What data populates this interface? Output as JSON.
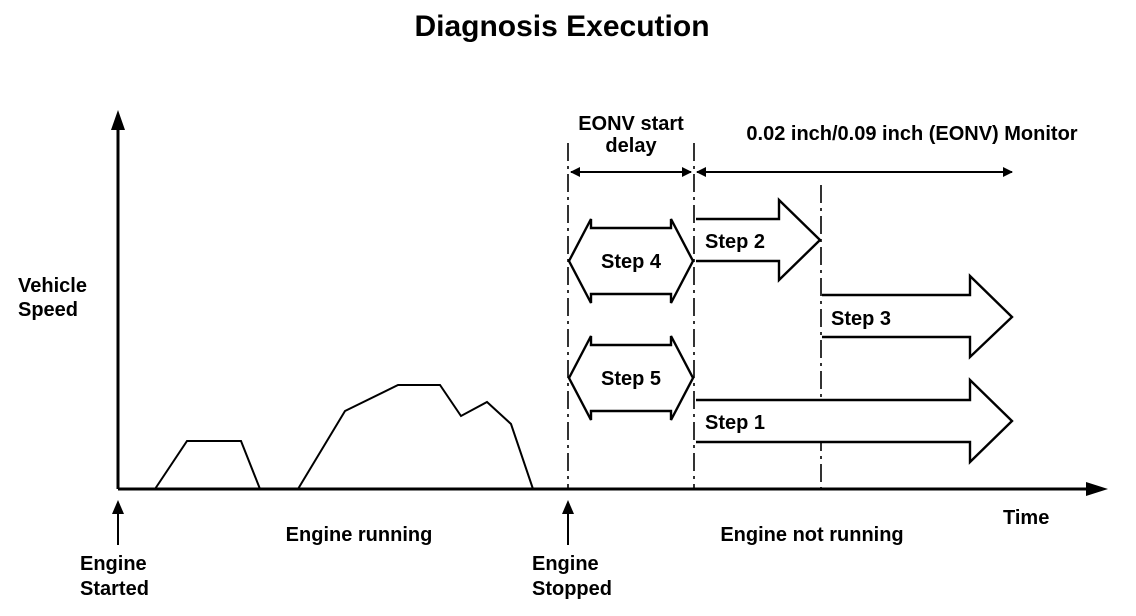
{
  "title": "Diagnosis Execution",
  "y_axis_label": [
    "Vehicle",
    "Speed"
  ],
  "x_axis_label": "Time",
  "events": {
    "engine_started": [
      "Engine",
      "Started"
    ],
    "engine_stopped": [
      "Engine",
      "Stopped"
    ]
  },
  "phases": {
    "engine_running": "Engine running",
    "engine_not_running": "Engine not running"
  },
  "intervals": {
    "start_delay": [
      "EONV start",
      "delay"
    ],
    "monitor": "0.02 inch/0.09 inch (EONV) Monitor"
  },
  "steps": {
    "step1": "Step 1",
    "step2": "Step 2",
    "step3": "Step 3",
    "step4": "Step 4",
    "step5": "Step 5"
  }
}
